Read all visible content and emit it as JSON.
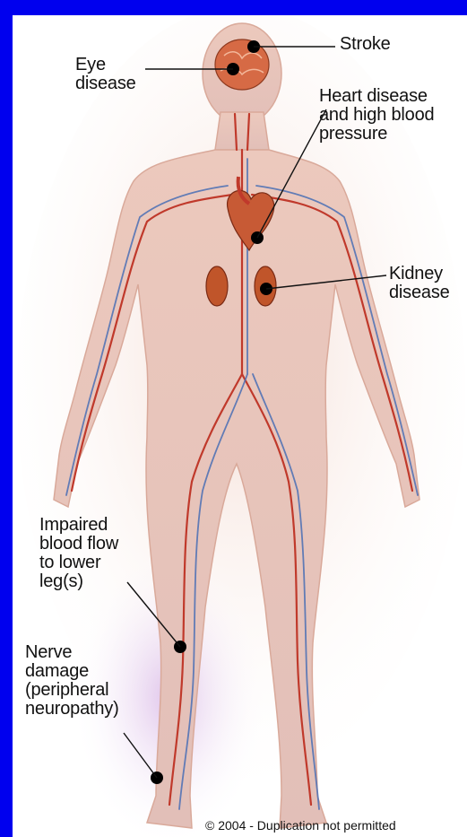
{
  "diagram": {
    "labels": {
      "stroke": "Stroke",
      "eye": "Eye\ndisease",
      "heart": "Heart disease\nand high blood\npressure",
      "kidney": "Kidney\ndisease",
      "legs": "Impaired\nblood flow\nto lower\nleg(s)",
      "nerve": "Nerve\ndamage\n(peripheral\nneuropathy)"
    },
    "copyright": "© 2004 - Duplication not permitted"
  },
  "colors": {
    "frame": "#0000ee",
    "panel": "#ffffff",
    "skin": "#e8c4b8",
    "artery": "#c0392b",
    "vein": "#4a6fb5",
    "organ": "#c0552a",
    "leader": "#111111"
  }
}
